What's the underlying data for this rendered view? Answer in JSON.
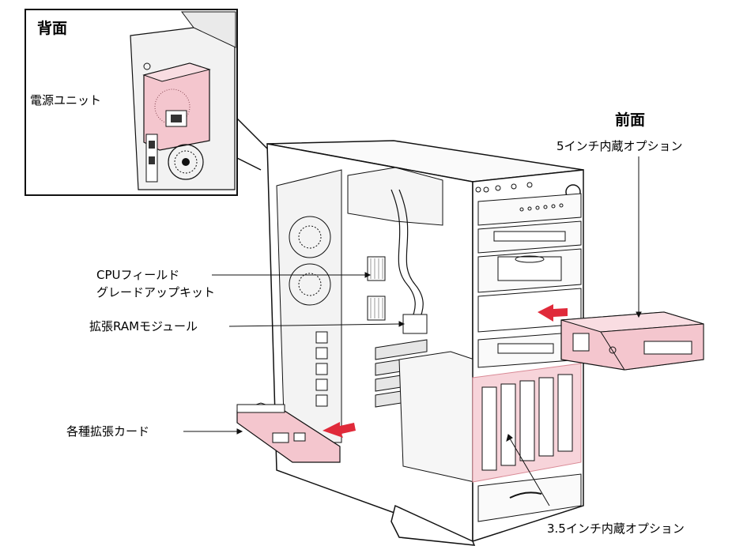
{
  "inset": {
    "title": "背面",
    "power_unit_label": "電源ユニット"
  },
  "front": {
    "title": "前面",
    "bay_5inch_label": "5インチ内蔵オプション",
    "bay_3_5inch_label": "3.5インチ内蔵オプション"
  },
  "callouts": {
    "cpu_field_line1": "CPUフィールド",
    "cpu_field_line2": "グレードアップキット",
    "ram_module": "拡張RAMモジュール",
    "expansion_cards": "各種拡張カード"
  },
  "colors": {
    "highlight_pink": "#f7d4da",
    "arrow_red": "#e02a3a",
    "outline": "#111111"
  }
}
